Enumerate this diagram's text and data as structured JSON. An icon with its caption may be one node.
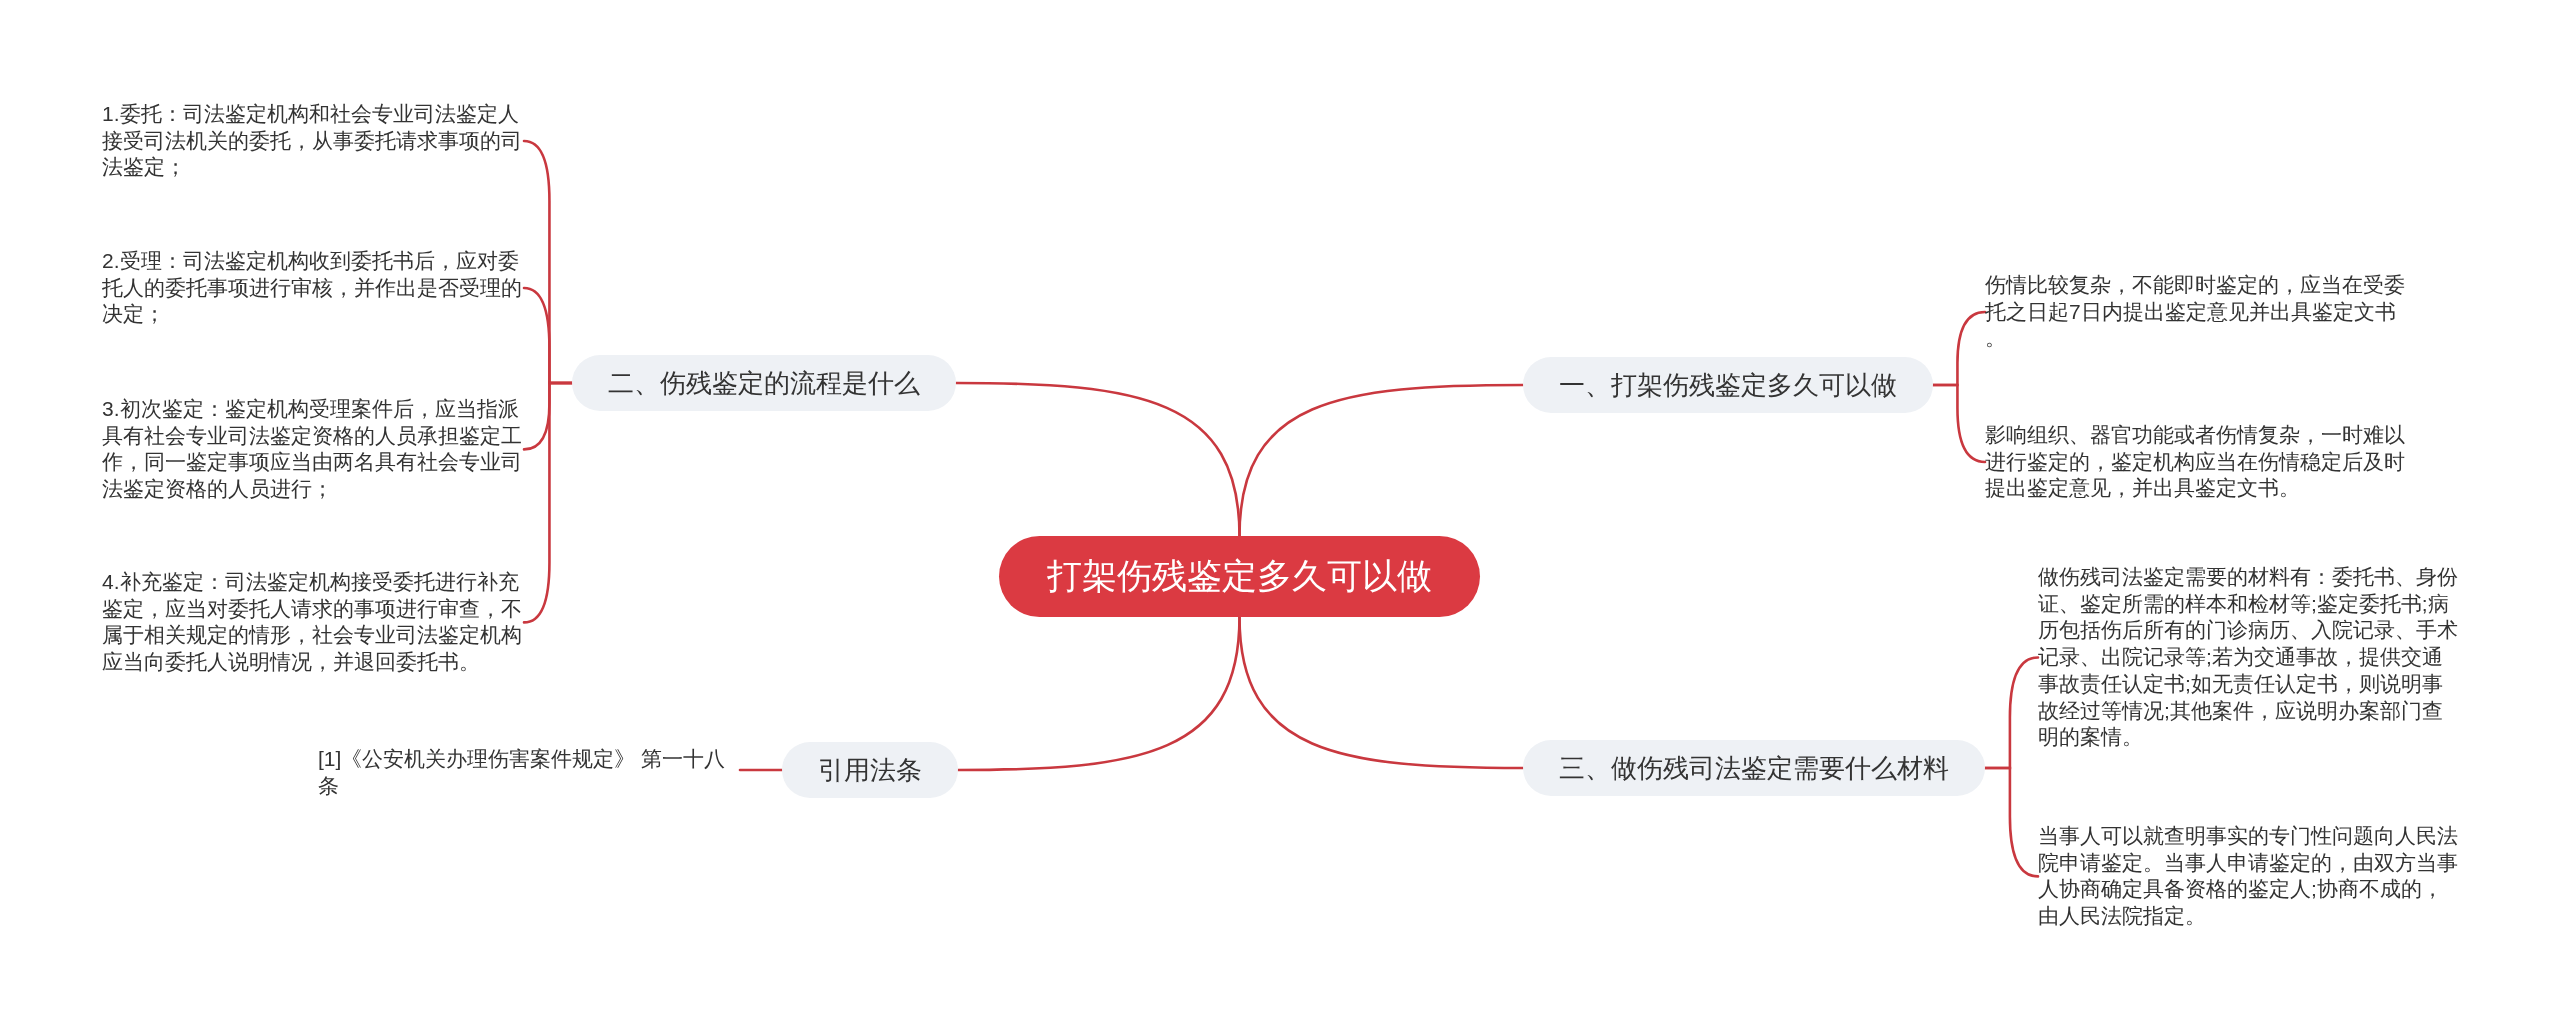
{
  "diagram": {
    "nodes": [
      {
        "text": [
          "打架伤残鉴定多久可以做"
        ]
      },
      {
        "text": [
          "一、打架伤残鉴定多久可以做"
        ]
      },
      {
        "text": [
          "伤情比较复杂，不能即时鉴定的，应当在受委托之日起7日内提出鉴定意见并出具鉴定文书。"
        ]
      },
      {
        "text": [
          "影响组织、器官功能或者伤情复杂，一时难以进行鉴定的，鉴定机构应当在伤情稳定后及时提出鉴定意见，并出具鉴定文书。"
        ]
      },
      {
        "text": [
          "二、伤残鉴定的流程是什么"
        ]
      },
      {
        "text": [
          "1.委托：司法鉴定机构和社会专业司法鉴定人接受司法机关的委托，从事委托请求事项的司法鉴定；"
        ]
      },
      {
        "text": [
          "2.受理：司法鉴定机构收到委托书后，应对委托人的委托事项进行审核，并作出是否受理的决定；"
        ]
      },
      {
        "text": [
          "3.初次鉴定：鉴定机构受理案件后，应当指派具有社会专业司法鉴定资格的人员承担鉴定工作，同一鉴定事项应当由两名具有社会专业司法鉴定资格的人员进行；"
        ]
      },
      {
        "text": [
          "4.补充鉴定：司法鉴定机构接受委托进行补充鉴定，应当对委托人请求的事项进行审查，不属于相关规定的情形，社会专业司法鉴定机构应当向委托人说明情况，并退回委托书。"
        ]
      },
      {
        "text": [
          "三、做伤残司法鉴定需要什么材料"
        ]
      },
      {
        "text": [
          "做伤残司法鉴定需要的材料有：委托书、身份证、鉴定所需的样本和检材等;鉴定委托书;病历包括伤后所有的门诊病历、入院记录、手术记录、出院记录等;若为交通事故，提供交通事故责任认定书;如无责任认定书，则说明事故经过等情况;其他案件，应说明办案部门查明的案情。"
        ]
      },
      {
        "text": [
          "当事人可以就查明事实的专门性问题向人民法院申请鉴定。当事人申请鉴定的，由双方当事人协商确定具备资格的鉴定人;协商不成的，由人民法院指定。"
        ]
      },
      {
        "text": [
          "引用法条"
        ]
      },
      {
        "text": [
          "[1]《公安机关办理伤害案件规定》 第一十八条"
        ]
      }
    ],
    "edges": [
      {
        "from": 0,
        "to": 1,
        "arrow": "none"
      },
      {
        "from": 1,
        "to": 2,
        "arrow": "none"
      },
      {
        "from": 1,
        "to": 3,
        "arrow": "none"
      },
      {
        "from": 0,
        "to": 4,
        "arrow": "none"
      },
      {
        "from": 4,
        "to": 5,
        "arrow": "none"
      },
      {
        "from": 4,
        "to": 6,
        "arrow": "none"
      },
      {
        "from": 4,
        "to": 7,
        "arrow": "none"
      },
      {
        "from": 4,
        "to": 8,
        "arrow": "none"
      },
      {
        "from": 0,
        "to": 9,
        "arrow": "none"
      },
      {
        "from": 9,
        "to": 10,
        "arrow": "none"
      },
      {
        "from": 9,
        "to": 11,
        "arrow": "none"
      },
      {
        "from": 0,
        "to": 12,
        "arrow": "none"
      },
      {
        "from": 12,
        "to": 13,
        "arrow": "none"
      }
    ]
  }
}
